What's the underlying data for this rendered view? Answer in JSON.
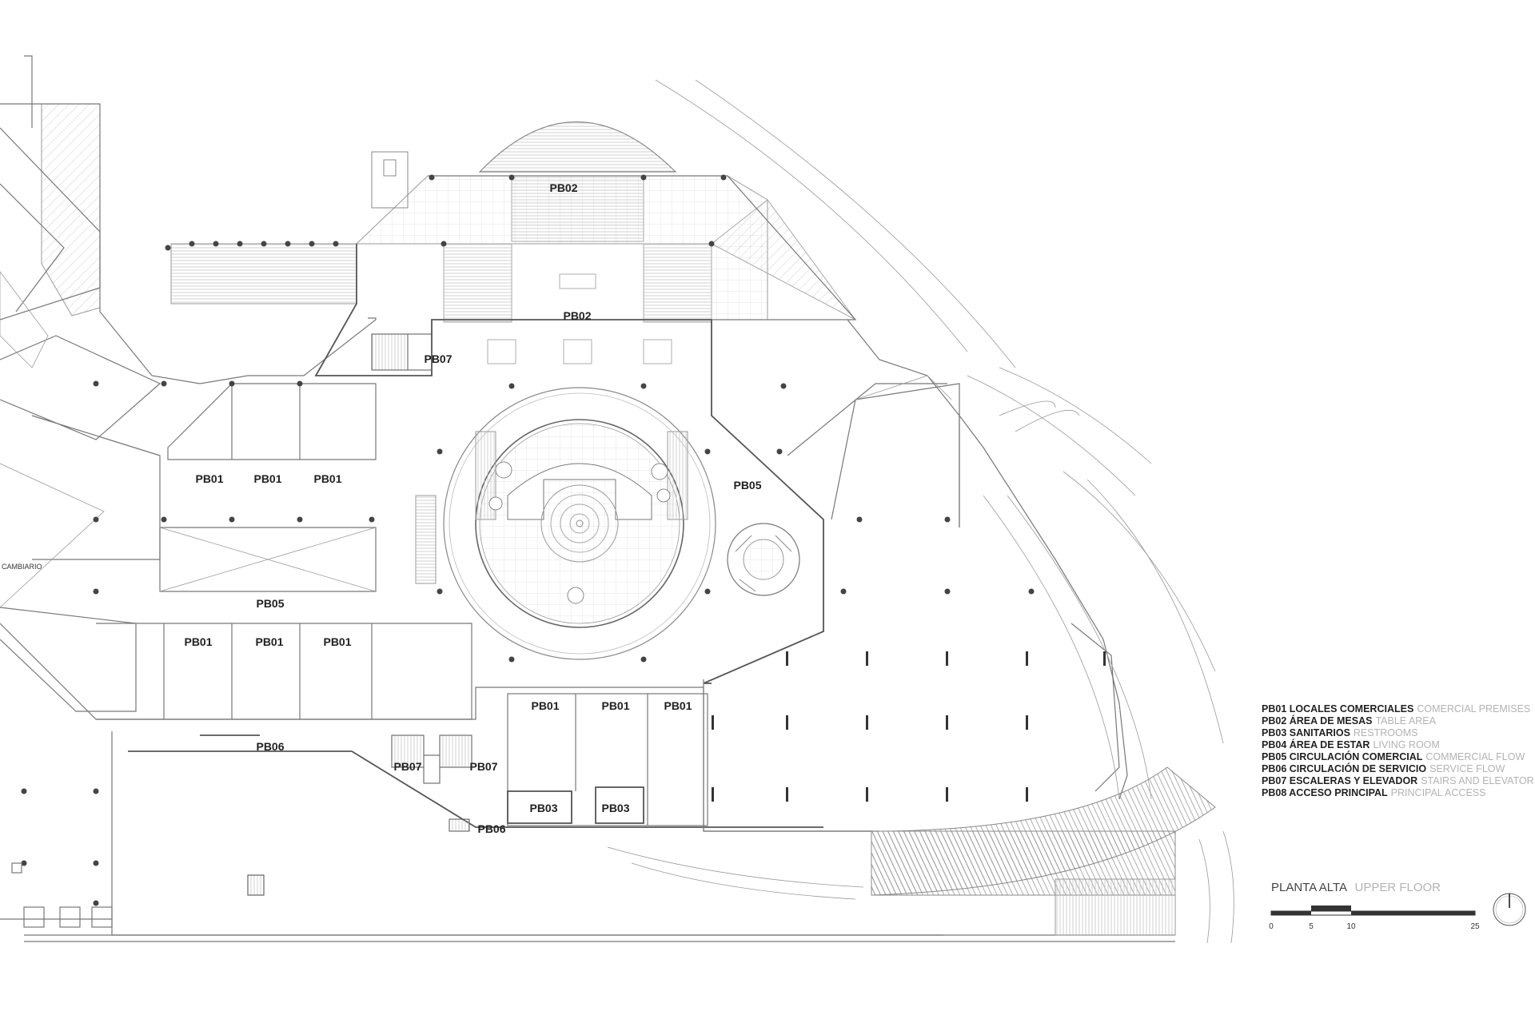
{
  "rooms": {
    "pb02_top": "PB02",
    "pb02_mid": "PB02",
    "pb07_a": "PB07",
    "pb01_r1a": "PB01",
    "pb01_r1b": "PB01",
    "pb01_r1c": "PB01",
    "pb05_left": "PB05",
    "pb05_right": "PB05",
    "pb01_r2a": "PB01",
    "pb01_r2b": "PB01",
    "pb01_r2c": "PB01",
    "pb06_a": "PB06",
    "pb07_b": "PB07",
    "pb07_c": "PB07",
    "pb01_r3a": "PB01",
    "pb01_r3b": "PB01",
    "pb01_r3c": "PB01",
    "pb03_a": "PB03",
    "pb03_b": "PB03",
    "pb06_b": "PB06"
  },
  "annotation_cambiario": "CAMBIARIO",
  "legend": [
    {
      "code": "PB01 LOCALES COMERCIALES",
      "en": "COMERCIAL PREMISES"
    },
    {
      "code": "PB02 ÁREA DE MESAS",
      "en": "TABLE AREA"
    },
    {
      "code": "PB03 SANITARIOS",
      "en": "RESTROOMS"
    },
    {
      "code": "PB04 ÁREA DE ESTAR",
      "en": "LIVING ROOM"
    },
    {
      "code": "PB05 CIRCULACIÓN COMERCIAL",
      "en": "COMMERCIAL FLOW"
    },
    {
      "code": "PB06 CIRCULACIÓN DE SERVICIO",
      "en": "SERVICE FLOW"
    },
    {
      "code": "PB07 ESCALERAS Y ELEVADOR",
      "en": "STAIRS AND ELEVATOR"
    },
    {
      "code": "PB08 ACCESO PRINCIPAL",
      "en": "PRINCIPAL ACCESS"
    }
  ],
  "title": {
    "es": "PLANTA ALTA",
    "en": "UPPER FLOOR"
  },
  "scale": {
    "labels": [
      "0",
      "5",
      "10",
      "25"
    ]
  },
  "colors": {
    "line": "#777777",
    "hatch": "#cfcfcf",
    "text": "#222222",
    "muted": "#b3b3b3"
  }
}
